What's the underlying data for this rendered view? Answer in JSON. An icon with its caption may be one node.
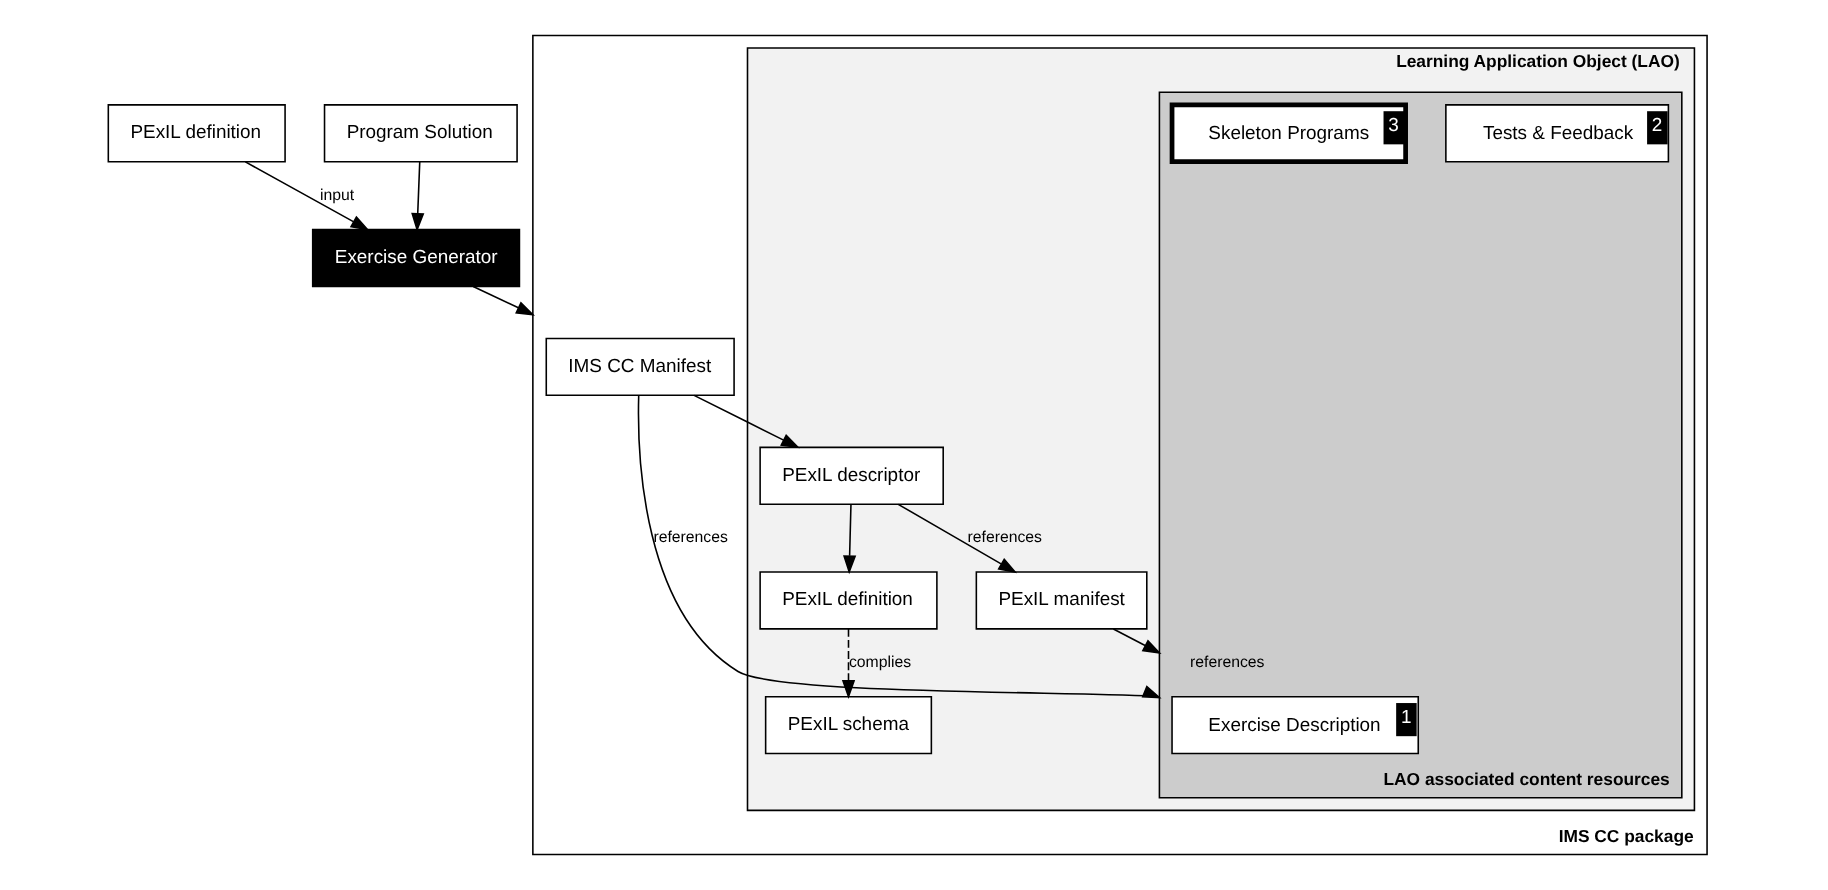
{
  "diagram": {
    "nodes": [
      {
        "text": [
          "PExIL definition"
        ]
      },
      {
        "text": [
          "Program Solution"
        ]
      },
      {
        "text": [
          "Exercise Generator"
        ]
      },
      {
        "text": [
          "IMS CC package"
        ]
      },
      {
        "text": [
          "IMS CC Manifest"
        ],
        "in": 3
      },
      {
        "text": [
          "Learning Application Object (LAO)"
        ],
        "in": 3
      },
      {
        "text": [
          "PExIL descriptor"
        ],
        "in": 5
      },
      {
        "text": [
          "PExIL schema"
        ],
        "in": 5
      },
      {
        "text": [
          "PExIL manifest"
        ],
        "in": 5
      },
      {
        "text": [
          "PExIL definition"
        ],
        "in": 5
      },
      {
        "text": [
          "LAO associated content resources"
        ],
        "in": 5
      },
      {
        "text": [
          "Exercise Description",
          "1"
        ],
        "in": 10
      },
      {
        "text": [
          "Tests & Feedback",
          "2"
        ],
        "in": 10
      },
      {
        "text": [
          "Skeleton Programs",
          "3"
        ],
        "in": 10
      }
    ],
    "edges": [
      {
        "from": 0,
        "to": 2,
        "arrow": "to",
        "label": "input"
      },
      {
        "from": 1,
        "to": 2,
        "arrow": "to"
      },
      {
        "from": 2,
        "to": 3,
        "arrow": "to"
      },
      {
        "from": 4,
        "to": 6,
        "arrow": "to"
      },
      {
        "from": 4,
        "to": 10,
        "arrow": "to",
        "label": "references"
      },
      {
        "from": 6,
        "to": 8,
        "arrow": "to",
        "label": "references"
      },
      {
        "from": 6,
        "to": 9,
        "arrow": "to"
      },
      {
        "from": 9,
        "to": 7,
        "arrow": "to",
        "label": "complies",
        "style": "dashed"
      },
      {
        "from": 8,
        "to": 10,
        "arrow": "to",
        "label": "references"
      }
    ]
  }
}
